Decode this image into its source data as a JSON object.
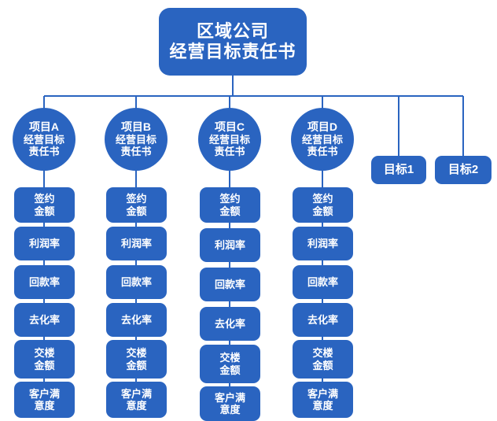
{
  "diagram": {
    "type": "org-tree",
    "title_node": {
      "lines": "区域公司\n经营目标责任书"
    },
    "colors": {
      "node_fill": "#2a64c0",
      "node_text": "#ffffff",
      "connector": "#2a64c0",
      "background": "#ffffff"
    },
    "branches": [
      {
        "id": "project-a",
        "head": {
          "lead": "项目A",
          "lines": "经营目标\n责任书"
        },
        "items": [
          {
            "label": "签约\n金额"
          },
          {
            "label": "利润率"
          },
          {
            "label": "回款率"
          },
          {
            "label": "去化率"
          },
          {
            "label": "交楼\n金额"
          },
          {
            "label": "客户满\n意度"
          }
        ]
      },
      {
        "id": "project-b",
        "head": {
          "lead": "项目B",
          "lines": "经营目标\n责任书"
        },
        "items": [
          {
            "label": "签约\n金额"
          },
          {
            "label": "利润率"
          },
          {
            "label": "回款率"
          },
          {
            "label": "去化率"
          },
          {
            "label": "交楼\n金额"
          },
          {
            "label": "客户满\n意度"
          }
        ]
      },
      {
        "id": "project-c",
        "head": {
          "lead": "项目C",
          "lines": "经营目标\n责任书"
        },
        "items": [
          {
            "label": "签约\n金额"
          },
          {
            "label": "利润率"
          },
          {
            "label": "回款率"
          },
          {
            "label": "去化率"
          },
          {
            "label": "交楼\n金额"
          },
          {
            "label": "客户满\n意度"
          }
        ]
      },
      {
        "id": "project-d",
        "head": {
          "lead": "项目D",
          "lines": "经营目标\n责任书"
        },
        "items": [
          {
            "label": "签约\n金额"
          },
          {
            "label": "利润率"
          },
          {
            "label": "回款率"
          },
          {
            "label": "去化率"
          },
          {
            "label": "交楼\n金额"
          },
          {
            "label": "客户满\n意度"
          }
        ]
      }
    ],
    "goals": [
      {
        "id": "goal-1",
        "label": "目标1"
      },
      {
        "id": "goal-2",
        "label": "目标2"
      }
    ]
  }
}
